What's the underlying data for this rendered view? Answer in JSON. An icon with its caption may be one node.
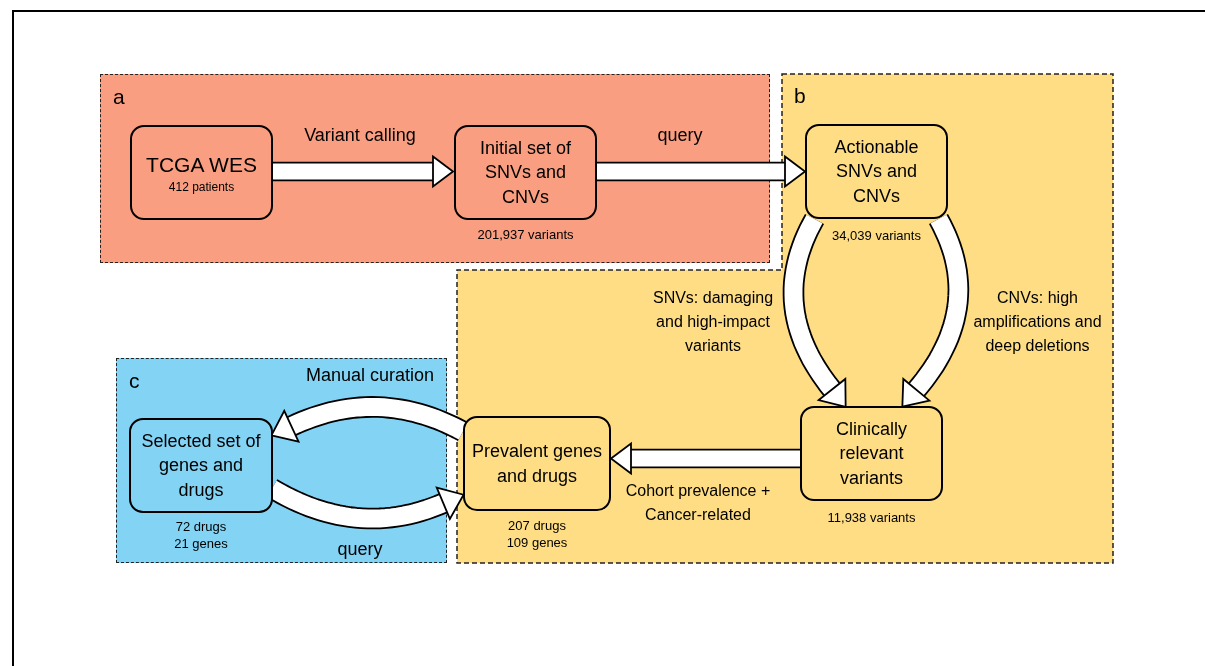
{
  "diagram": {
    "nodes": [
      {
        "text": [
          "a"
        ]
      },
      {
        "text": [
          "TCGA WES",
          "412 patients"
        ],
        "in": 0
      },
      {
        "text": [
          "Initial set of SNVs and CNVs"
        ],
        "in": 0,
        "beside": [
          "201,937 variants"
        ]
      },
      {
        "text": [
          "b"
        ]
      },
      {
        "text": [
          "Actionable SNVs and CNVs"
        ],
        "in": 3,
        "beside": [
          "34,039 variants"
        ]
      },
      {
        "text": [
          "Clinically relevant variants"
        ],
        "in": 3,
        "beside": [
          "11,938 variants"
        ]
      },
      {
        "text": [
          "Prevalent genes and drugs"
        ],
        "in": 3,
        "beside": [
          "207 drugs 109 genes"
        ]
      },
      {
        "text": [
          "c"
        ]
      },
      {
        "text": [
          "Selected set of genes and drugs"
        ],
        "in": 7,
        "beside": [
          "72 drugs 21 genes"
        ]
      }
    ],
    "edges": [
      {
        "from": 1,
        "to": 2,
        "arrow": "to",
        "label": "Variant calling"
      },
      {
        "from": 2,
        "to": 4,
        "arrow": "to",
        "label": "query"
      },
      {
        "from": 4,
        "to": 5,
        "arrow": "to",
        "label": "SNVs: damaging and high-impact variants"
      },
      {
        "from": 4,
        "to": 5,
        "arrow": "to",
        "label": "CNVs: high amplifications and deep deletions"
      },
      {
        "from": 5,
        "to": 6,
        "arrow": "to",
        "label": "Cohort prevalence + Cancer-related"
      },
      {
        "from": 6,
        "to": 8,
        "arrow": "to",
        "label": "Manual curation"
      },
      {
        "from": 8,
        "to": 6,
        "arrow": "to",
        "label": "query"
      }
    ]
  }
}
